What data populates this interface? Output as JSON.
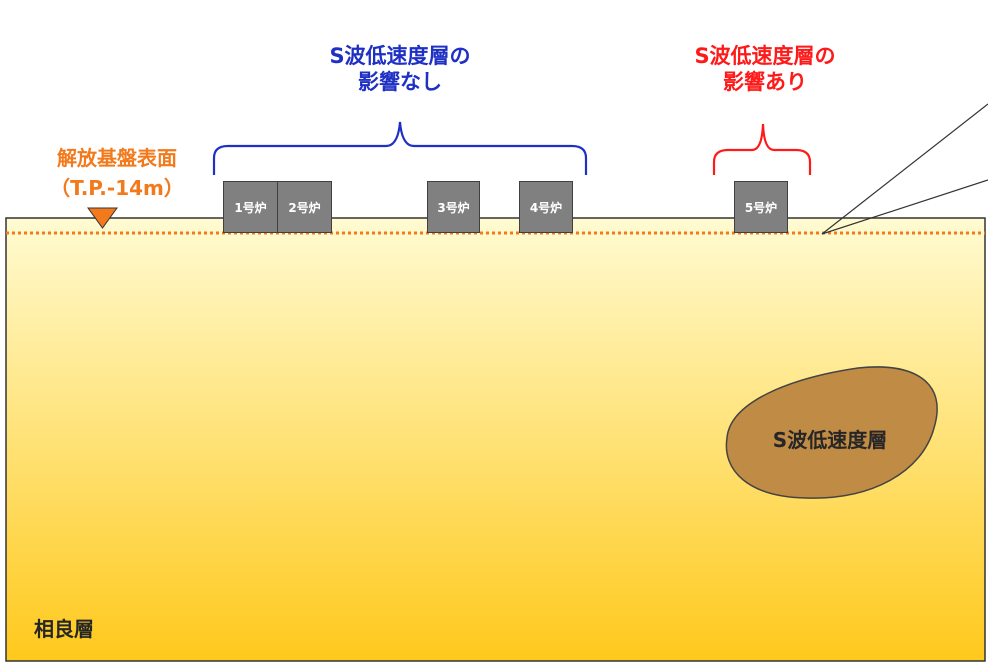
{
  "labels": {
    "no_effect": [
      "S波低速度層の",
      "影響なし"
    ],
    "effect": [
      "S波低速度層の",
      "影響あり"
    ],
    "bedrock_surface": [
      "解放基盤表面",
      "（T.P.-14m）"
    ],
    "low_velocity_layer": "S波低速度層",
    "sagara_layer": "相良層"
  },
  "reactors": [
    "1号炉",
    "2号炉",
    "3号炉",
    "4号炉",
    "5号炉"
  ],
  "colors": {
    "blue": "#1f31c4",
    "red": "#ff1a1a",
    "orange": "#f27a1c",
    "ground_top": "#fffbd2",
    "ground_bottom": "#ffc91c",
    "low_velocity_fill": "#c08b45",
    "reactor": "#808080"
  }
}
